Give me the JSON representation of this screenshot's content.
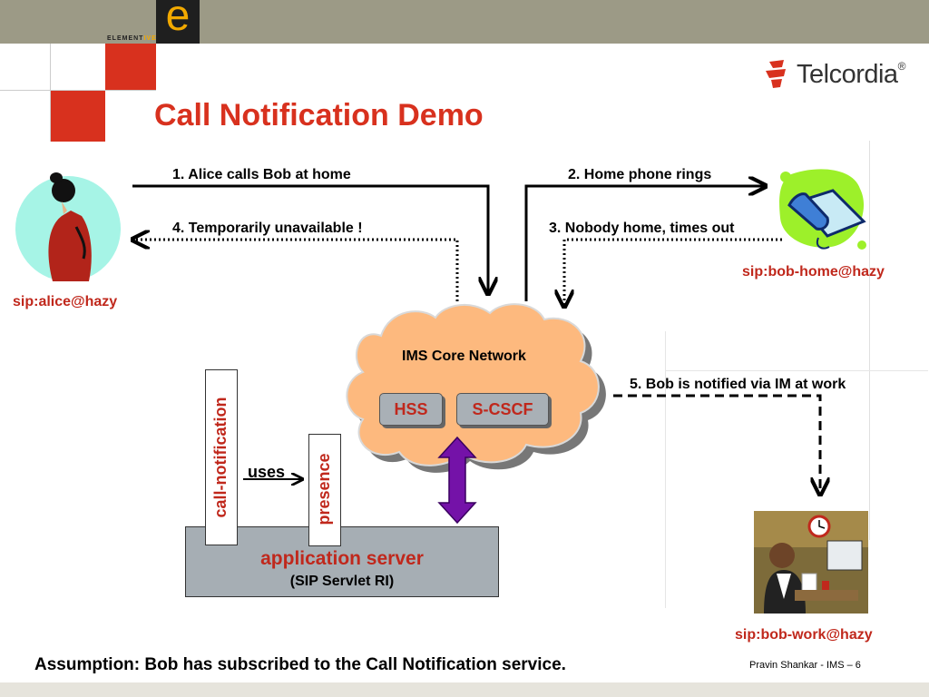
{
  "brand": {
    "logo_letter": "e",
    "logo_word_1": "ELEMENT",
    "logo_word_2": "IVE",
    "company": "Telcordia",
    "company_mark": "®"
  },
  "title": "Call Notification Demo",
  "steps": {
    "s1": "1. Alice calls Bob at home",
    "s2": "2. Home phone rings",
    "s3": "3. Nobody home, times out",
    "s4": "4. Temporarily unavailable !",
    "s5": "5. Bob is notified via IM at work"
  },
  "sip": {
    "alice": "sip:alice@hazy",
    "bob_home": "sip:bob-home@hazy",
    "bob_work": "sip:bob-work@hazy"
  },
  "network": {
    "label": "IMS Core Network",
    "hss": "HSS",
    "scscf": "S-CSCF"
  },
  "app_server": {
    "title": "application server",
    "subtitle": "(SIP Servlet RI)",
    "call_notification": "call-notification",
    "presence": "presence",
    "uses": "uses"
  },
  "footer": "Assumption: Bob has subscribed to the Call Notification service.",
  "credit": "Pravin Shankar - IMS – 6",
  "colors": {
    "accent_red": "#d8311e",
    "sip_red": "#c0281c",
    "cloud": "#fdb97e",
    "box_gray": "#a6aeb4",
    "arrow_purple": "#7412a8",
    "topbar": "#9c9a86"
  }
}
